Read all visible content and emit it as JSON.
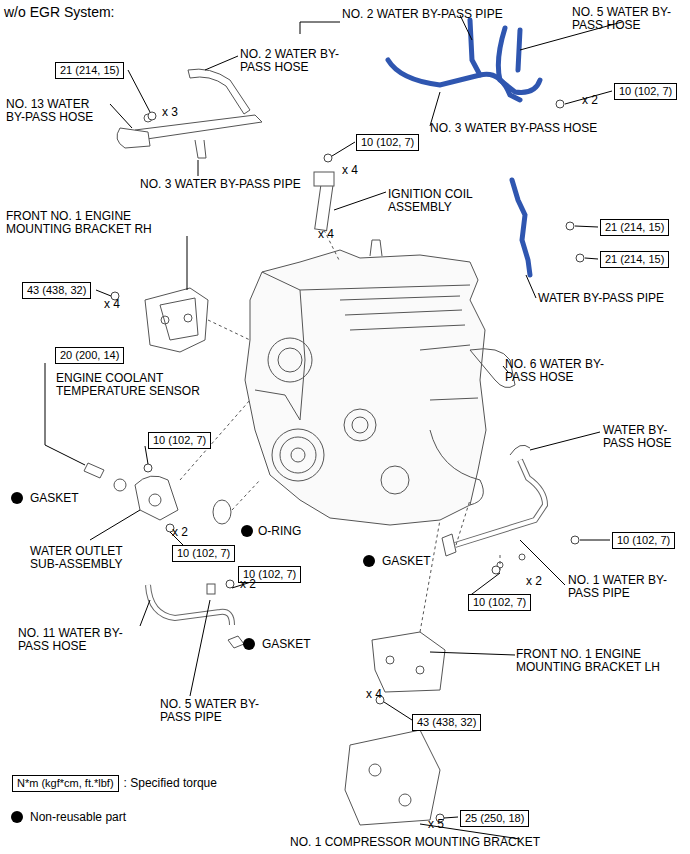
{
  "diagram": {
    "title": "w/o EGR System:",
    "nodes": [
      {
        "text": [
          "21 (214, 15)"
        ]
      },
      {
        "text": [
          "10 (102, 7)"
        ]
      },
      {
        "text": [
          "10 (102, 7)"
        ]
      },
      {
        "text": [
          "21 (214, 15)"
        ]
      },
      {
        "text": [
          "21 (214, 15)"
        ]
      },
      {
        "text": [
          "43 (438, 32)"
        ]
      },
      {
        "text": [
          "20 (200, 14)"
        ]
      },
      {
        "text": [
          "10 (102, 7)"
        ]
      },
      {
        "text": [
          "10 (102, 7)"
        ]
      },
      {
        "text": [
          "10 (102, 7)"
        ]
      },
      {
        "text": [
          "10 (102, 7)"
        ]
      },
      {
        "text": [
          "10 (102, 7)"
        ]
      },
      {
        "text": [
          "43 (438, 32)"
        ]
      },
      {
        "text": [
          "25 (250, 18)"
        ]
      },
      {
        "text": [
          "N*m (kgf*cm, ft.*lbf)"
        ]
      }
    ],
    "labels": [
      "NO. 2 WATER BY-PASS PIPE",
      "NO. 5 WATER BY-PASS HOSE",
      "NO. 2 WATER BY-PASS HOSE",
      "NO. 13 WATER BY-PASS HOSE",
      "x 3",
      "x 2",
      "NO. 3 WATER BY-PASS HOSE",
      "NO. 3 WATER BY-PASS PIPE",
      "x 4",
      "IGNITION COIL ASSEMBLY",
      "FRONT NO. 1 ENGINE MOUNTING BRACKET RH",
      "x 4",
      "WATER BY-PASS PIPE",
      "x 4",
      "NO. 6 WATER BY-PASS HOSE",
      "ENGINE COOLANT TEMPERATURE SENSOR",
      "WATER BY-PASS HOSE",
      "GASKET",
      "O-RING",
      "x 2",
      "WATER OUTLET SUB-ASSEMBLY",
      "GASKET",
      "NO. 1 WATER BY-PASS PIPE",
      "x 2",
      "x 2",
      "NO. 11 WATER BY-PASS HOSE",
      "GASKET",
      "FRONT NO. 1 ENGINE MOUNTING BRACKET LH",
      "x 4",
      "NO. 5 WATER BY-PASS PIPE",
      "x 5",
      "NO. 1 COMPRESSOR MOUNTING BRACKET"
    ],
    "legend": [
      {
        "text": ": Specified torque"
      },
      {
        "text": "Non-reusable part"
      }
    ]
  }
}
